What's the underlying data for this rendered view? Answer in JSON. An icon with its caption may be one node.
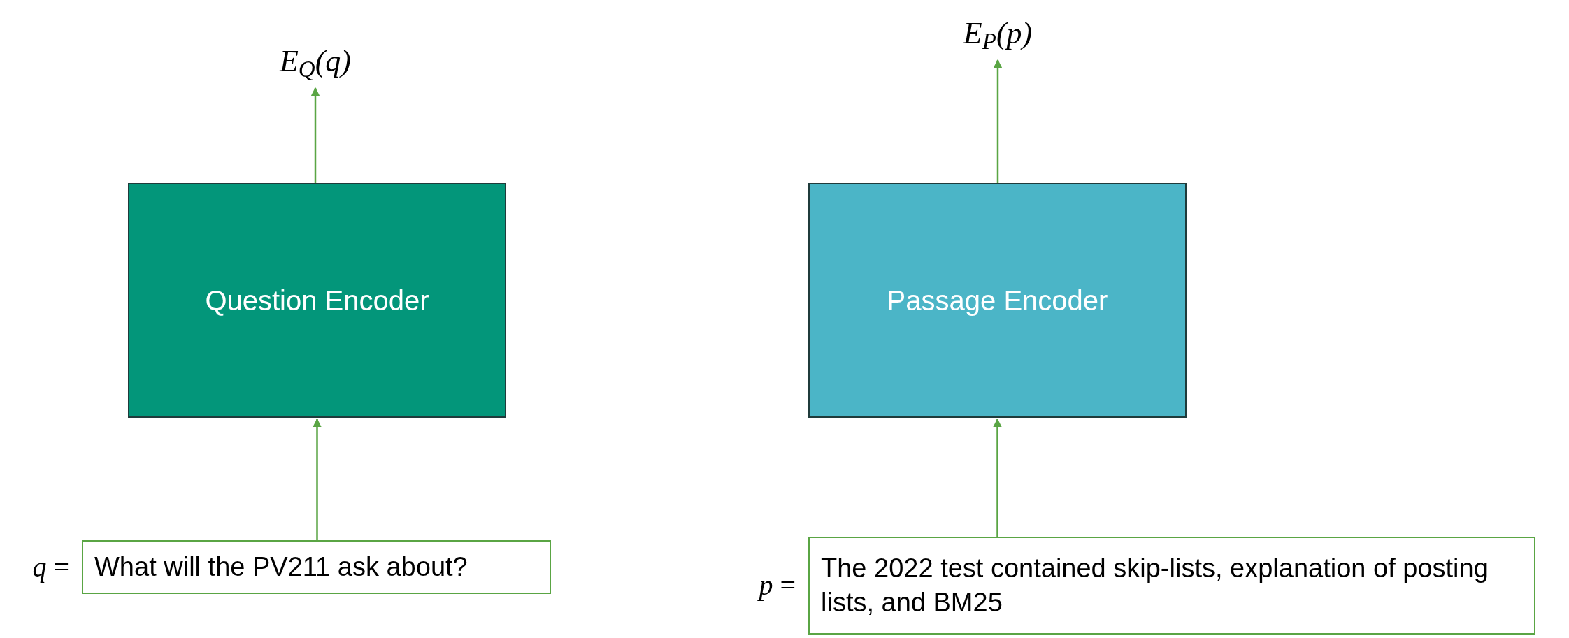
{
  "diagram": {
    "nodes": [
      {
        "text": [
          "E$_{Q}$(q)"
        ]
      },
      {
        "text": [
          "Question Encoder"
        ]
      },
      {
        "text": [
          "What will the PV211 ask about?"
        ],
        "beside": [
          "*q* ="
        ]
      },
      {
        "text": [
          "E$_{P}$(p)"
        ]
      },
      {
        "text": [
          "Passage Encoder"
        ]
      },
      {
        "text": [
          "The 2022 test contained skip-lists, explanation of posting lists, and BM25"
        ],
        "beside": [
          "*p* ="
        ]
      }
    ],
    "edges": [
      {
        "from": 1,
        "to": 0,
        "arrow": "to"
      },
      {
        "from": 2,
        "to": 1,
        "arrow": "to"
      },
      {
        "from": 4,
        "to": 3,
        "arrow": "to"
      },
      {
        "from": 5,
        "to": 4,
        "arrow": "to"
      }
    ]
  }
}
